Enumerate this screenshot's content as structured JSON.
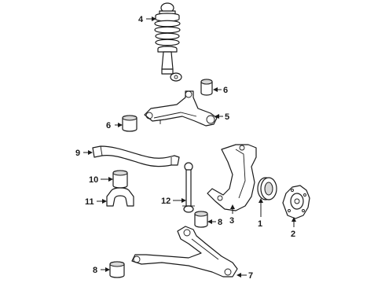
{
  "callouts": [
    {
      "id": "c4a",
      "label": "4"
    },
    {
      "id": "c6a",
      "label": "6"
    },
    {
      "id": "c5",
      "label": "5"
    },
    {
      "id": "c6b",
      "label": "6"
    },
    {
      "id": "c9",
      "label": "9"
    },
    {
      "id": "c10",
      "label": "10"
    },
    {
      "id": "c11",
      "label": "11"
    },
    {
      "id": "c12",
      "label": "12"
    },
    {
      "id": "c3",
      "label": "3"
    },
    {
      "id": "c1",
      "label": "1"
    },
    {
      "id": "c2",
      "label": "2"
    },
    {
      "id": "c8a",
      "label": "8"
    },
    {
      "id": "c8b",
      "label": "8"
    },
    {
      "id": "c7",
      "label": "7"
    }
  ],
  "colors": {
    "line": "#1a1a1a",
    "background": "#ffffff",
    "shade": "#d8d8d8"
  }
}
